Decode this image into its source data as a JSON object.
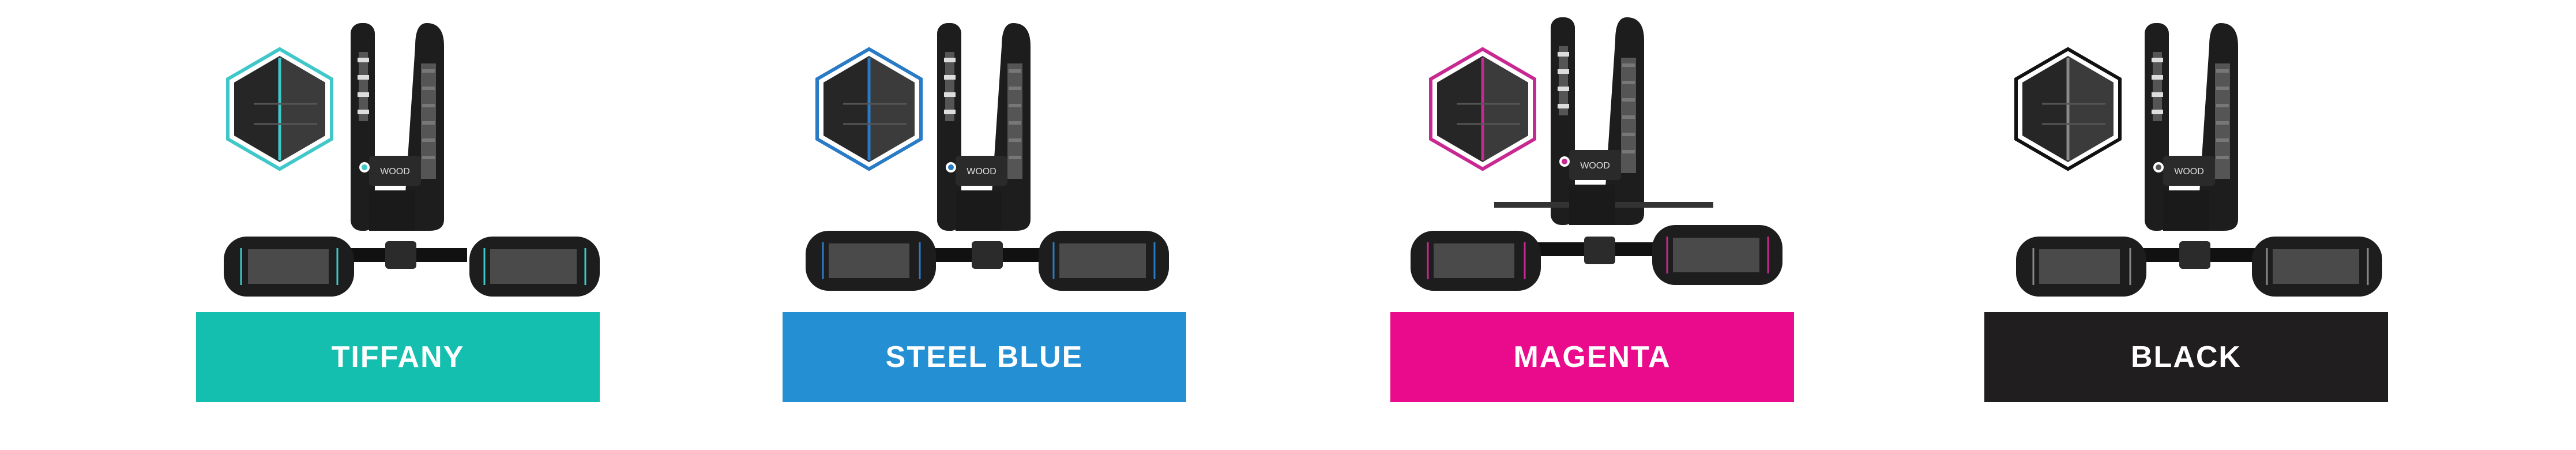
{
  "variants": [
    {
      "id": "tiffany",
      "label": "TIFFANY",
      "color": "#14BFB0",
      "accent": "#40C7C9",
      "image": "harness-product-image",
      "selected": false
    },
    {
      "id": "steel-blue",
      "label": "STEEL BLUE",
      "color": "#2490D3",
      "accent": "#2A7BC6",
      "image": "harness-product-image",
      "selected": false
    },
    {
      "id": "magenta",
      "label": "MAGENTA",
      "color": "#EA0B8C",
      "accent": "#C82891",
      "image": "harness-product-image",
      "selected": false
    },
    {
      "id": "black",
      "label": "BLACK",
      "color": "#211E1F",
      "accent": "#2A2A2A",
      "image": "harness-product-image",
      "selected": false
    }
  ],
  "icons": {
    "swatch": "hexagon-swatch-icon",
    "product": "harness-product-image"
  }
}
